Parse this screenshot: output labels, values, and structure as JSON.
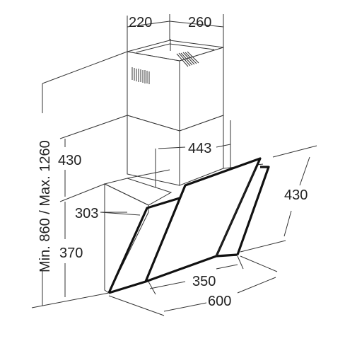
{
  "dimensions": {
    "chimney_depth": "220",
    "chimney_width": "260",
    "upper_height": "430",
    "total_height": "Min. 860 / Max. 1260",
    "upper_depth": "443",
    "hood_depth": "303",
    "lower_height": "370",
    "glass_height": "430",
    "inner_width": "350",
    "outer_width": "600"
  },
  "colors": {
    "line": "#222222",
    "background": "#ffffff"
  }
}
